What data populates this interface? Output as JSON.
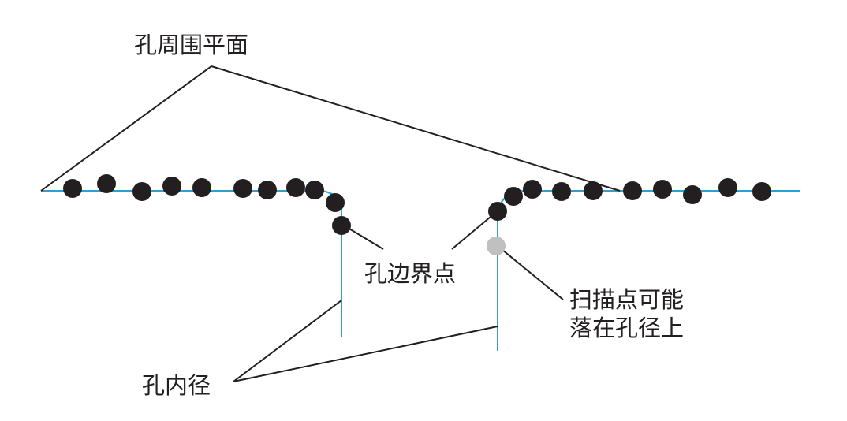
{
  "labels": {
    "surface_plane": "孔周围平面",
    "boundary_points": "孔边界点",
    "scan_point_note_line1": "扫描点可能",
    "scan_point_note_line2": "落在孔径上",
    "inner_diameter": "孔内径"
  },
  "colors": {
    "surface_line": "#2b9fd6",
    "scan_point": "#231f20",
    "possible_point": "#c0c0c0",
    "leader_line": "#231f20",
    "text": "#231f20"
  }
}
